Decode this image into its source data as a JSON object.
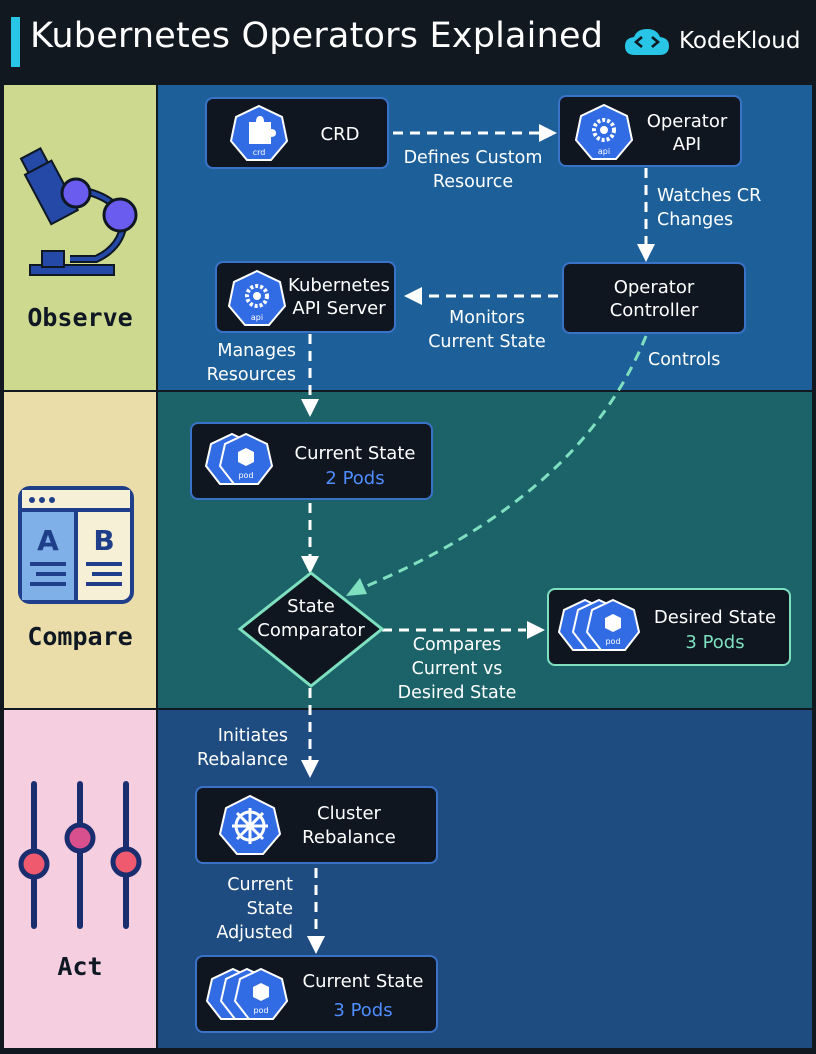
{
  "header": {
    "title": "Kubernetes Operators Explained",
    "brand": "KodeKloud"
  },
  "sections": {
    "observe": {
      "label": "Observe"
    },
    "compare": {
      "label": "Compare"
    },
    "act": {
      "label": "Act"
    }
  },
  "nodes": {
    "crd": {
      "label": "CRD",
      "icon_text": "crd"
    },
    "operator_api": {
      "line1": "Operator",
      "line2": "API",
      "icon_text": "api"
    },
    "k8s_api": {
      "line1": "Kubernetes",
      "line2": "API Server",
      "icon_text": "api"
    },
    "operator_controller": {
      "line1": "Operator",
      "line2": "Controller"
    },
    "current_state_1": {
      "title": "Current State",
      "value": "2 Pods",
      "icon_text": "pod"
    },
    "state_comparator": {
      "line1": "State",
      "line2": "Comparator"
    },
    "desired_state": {
      "title": "Desired State",
      "value": "3 Pods",
      "icon_text": "pod"
    },
    "cluster_rebalance": {
      "line1": "Cluster",
      "line2": "Rebalance"
    },
    "current_state_2": {
      "title": "Current State",
      "value": "3 Pods",
      "icon_text": "pod"
    }
  },
  "edges": {
    "defines": {
      "line1": "Defines Custom",
      "line2": "Resource"
    },
    "watches": {
      "line1": "Watches CR",
      "line2": "Changes"
    },
    "monitors": {
      "line1": "Monitors",
      "line2": "Current State"
    },
    "controls": {
      "label": "Controls"
    },
    "manages": {
      "line1": "Manages",
      "line2": "Resources"
    },
    "compares": {
      "line1": "Compares",
      "line2": "Current vs",
      "line3": "Desired State"
    },
    "initiates": {
      "line1": "Initiates",
      "line2": "Rebalance"
    },
    "adjusted": {
      "line1": "Current",
      "line2": "State",
      "line3": "Adjusted"
    }
  },
  "colors": {
    "observe_bg": "#1d6099",
    "compare_bg": "#1b6369",
    "act_bg": "#1f4c80",
    "k8s_blue": "#326ce5",
    "accent_green": "#7fe0c0",
    "value_blue": "#4f8dff",
    "brand_cyan": "#29c5e6"
  }
}
